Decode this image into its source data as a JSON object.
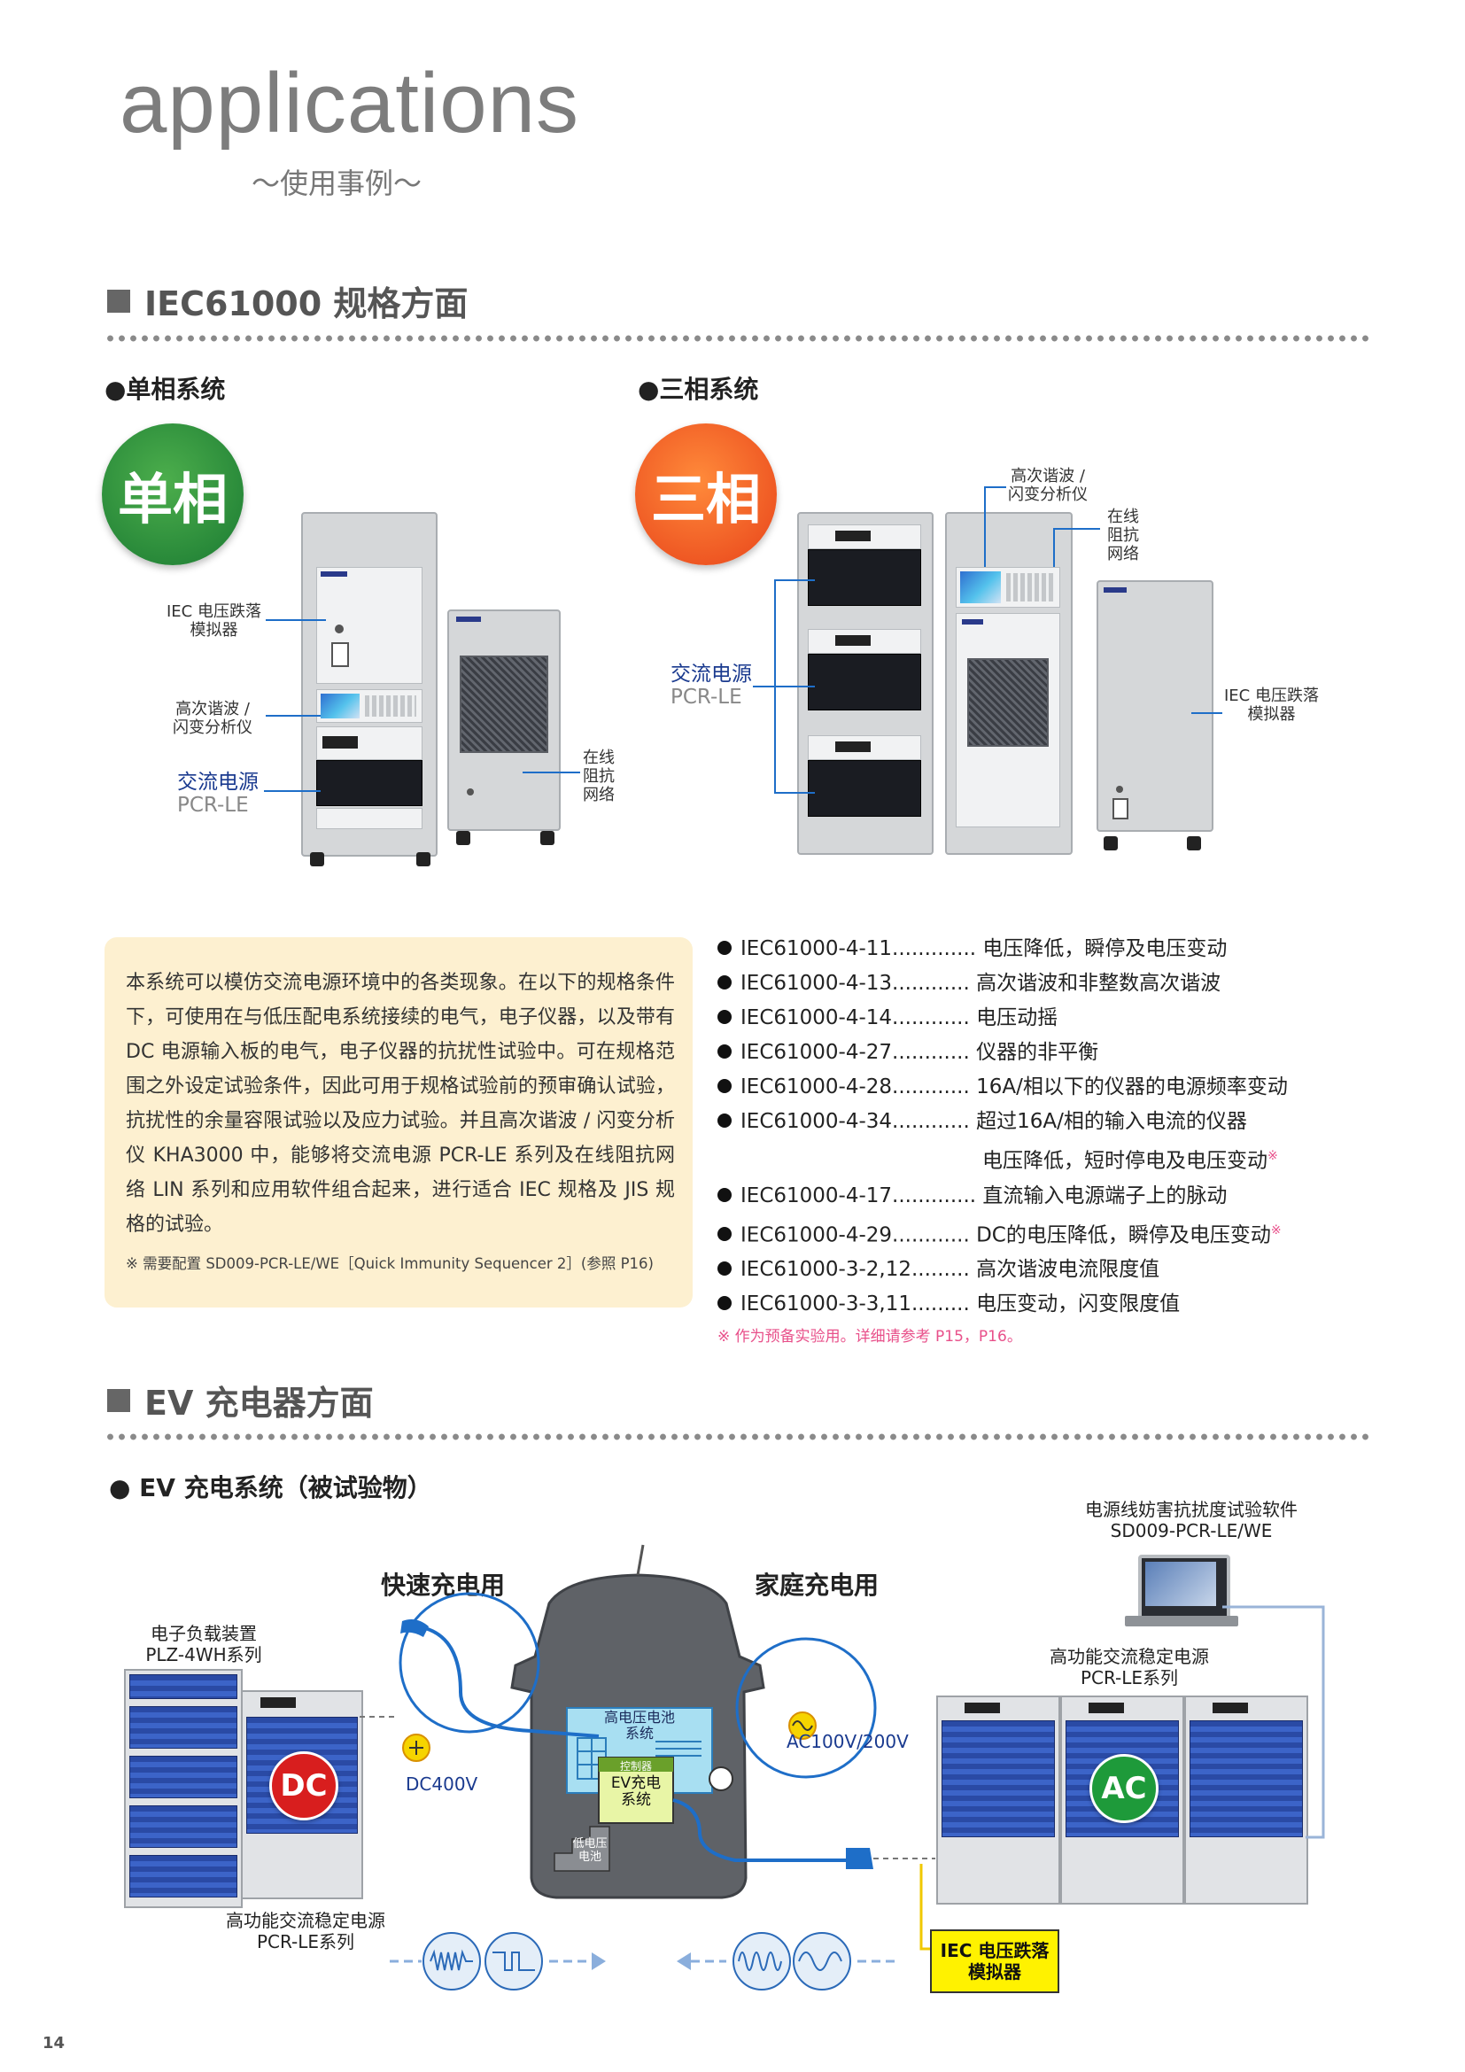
{
  "header": {
    "title": "applications",
    "subtitle": "～使用事例～"
  },
  "section_iec": {
    "heading": "IEC61000 规格方面",
    "single": {
      "title": "●单相系统",
      "badge": "单相",
      "labels": {
        "dip": "IEC 电压跌落\n模拟器",
        "harm": "高次谐波 /\n闪变分析仪",
        "ac_name": "交流电源",
        "ac_model": "PCR-LE",
        "lin": "在线\n阻抗\n网络"
      }
    },
    "three": {
      "title": "●三相系统",
      "badge": "三相",
      "labels": {
        "harm": "高次谐波 /\n闪变分析仪",
        "lin": "在线\n阻抗\n网络",
        "ac_name": "交流电源",
        "ac_model": "PCR-LE",
        "dip": "IEC 电压跌落\n模拟器"
      }
    },
    "description": "本系统可以模仿交流电源环境中的各类现象。在以下的规格条件下，可使用在与低压配电系统接续的电气，电子仪器，以及带有 DC 电源输入板的电气，电子仪器的抗扰性试验中。可在规格范围之外设定试验条件，因此可用于规格试验前的预审确认试验，抗扰性的余量容限试验以及应力试验。并且高次谐波 / 闪变分析仪 KHA3000 中，能够将交流电源 PCR-LE 系列及在线阻抗网络 LIN 系列和应用软件组合起来，进行适合 IEC 规格及 JIS 规格的试验。",
    "description_note": "※ 需要配置 SD009-PCR-LE/WE［Quick Immunity Sequencer 2］(参照 P16)",
    "standards": [
      {
        "code": "IEC61000-4-11",
        "dots": ".............",
        "desc": "电压降低，瞬停及电压变动",
        "mark": ""
      },
      {
        "code": "IEC61000-4-13",
        "dots": "............",
        "desc": "高次谐波和非整数高次谐波",
        "mark": ""
      },
      {
        "code": "IEC61000-4-14",
        "dots": "............",
        "desc": "电压动摇",
        "mark": ""
      },
      {
        "code": "IEC61000-4-27",
        "dots": "............",
        "desc": "仪器的非平衡",
        "mark": ""
      },
      {
        "code": "IEC61000-4-28",
        "dots": "............",
        "desc": "16A/相以下的仪器的电源频率变动",
        "mark": ""
      },
      {
        "code": "IEC61000-4-34",
        "dots": "............",
        "desc": "超过16A/相的输入电流的仪器",
        "mark": ""
      },
      {
        "code": "",
        "dots": "",
        "desc": "电压降低，短时停电及电压变动",
        "mark": "※"
      },
      {
        "code": "IEC61000-4-17",
        "dots": ".............",
        "desc": "直流输入电源端子上的脉动",
        "mark": ""
      },
      {
        "code": "IEC61000-4-29",
        "dots": "............",
        "desc": "DC的电压降低，瞬停及电压变动",
        "mark": "※"
      },
      {
        "code": "IEC61000-3-2,12",
        "dots": ".........",
        "desc": "高次谐波电流限度值",
        "mark": ""
      },
      {
        "code": "IEC61000-3-3,11",
        "dots": ".........",
        "desc": "电压变动，闪变限度值",
        "mark": ""
      }
    ],
    "standards_note": "※ 作为预备实验用。详细请参考 P15，P16。"
  },
  "section_ev": {
    "heading": "EV 充电器方面",
    "title": "● EV 充电系统（被试验物）",
    "fast_charge": "快速充电用",
    "home_charge": "家庭充电用",
    "software": "电源线妨害抗扰度试验软件\nSD009-PCR-LE/WE",
    "load": "电子负载装置\nPLZ-4WH系列",
    "pcr_left": "高功能交流稳定电源\nPCR-LE系列",
    "pcr_right": "高功能交流稳定电源\nPCR-LE系列",
    "dc_badge": "DC",
    "ac_badge": "AC",
    "battery": "高电压电池\n系统",
    "controller": "控制器",
    "ev_charger": "EV充电\n系统",
    "low_battery": "低电压\n电池",
    "dc400": "DC400V",
    "ac100": "AC100V/200V",
    "dip_box": "IEC 电压跌落\n模拟器"
  },
  "footer": {
    "page": "14"
  },
  "colors": {
    "green": "#1f8a3a",
    "orange": "#f05a1e",
    "blue_text": "#1a3a8f",
    "box_bg": "#fdf0d0",
    "pink": "#e8508a",
    "dc_red": "#d81e1e",
    "ac_green": "#1e9a3a",
    "line_blue": "#1e6ec8"
  }
}
